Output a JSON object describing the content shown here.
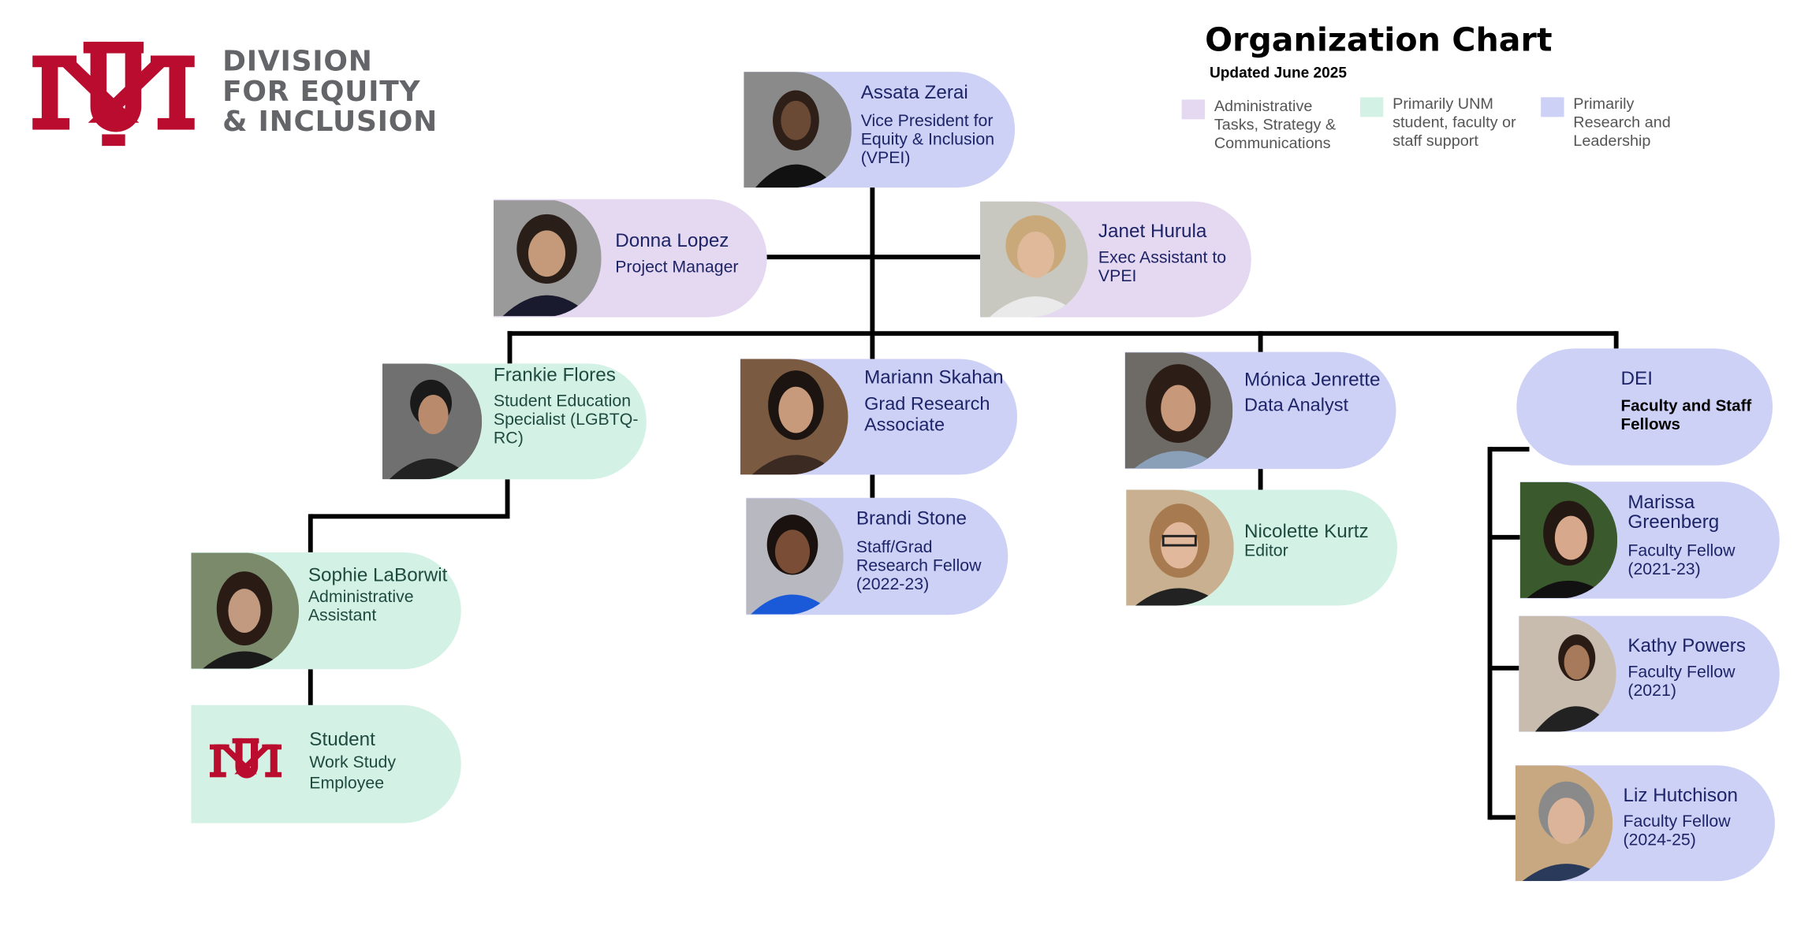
{
  "header": {
    "logo_text_lines": [
      "DIVISION",
      "FOR EQUITY",
      "& INCLUSION"
    ],
    "title": "Organization Chart",
    "subtitle": "Updated June 2025"
  },
  "legend": [
    {
      "label": "Administrative Tasks, Strategy & Communications",
      "color": "#e5d8f1"
    },
    {
      "label": "Primarily UNM student, faculty or staff support",
      "color": "#d3f2e5"
    },
    {
      "label": "Primarily Research and Leadership",
      "color": "#cdd1f6"
    }
  ],
  "colors": {
    "purple": "#e5d8f1",
    "green": "#d3f2e5",
    "blue": "#cdd1f6",
    "line": "#000000",
    "brand_red": "#ba0c2f"
  },
  "nodes": {
    "zerai": {
      "name": "Assata Zerai",
      "role": "Vice President for Equity & Inclusion (VPEI)"
    },
    "lopez": {
      "name": "Donna Lopez",
      "role": "Project Manager"
    },
    "hurula": {
      "name": "Janet Hurula",
      "role": "Exec Assistant to VPEI"
    },
    "flores": {
      "name": "Frankie Flores",
      "role": "Student Education Specialist (LGBTQ-RC)"
    },
    "skahan": {
      "name": "Mariann Skahan",
      "role": "Grad Research Associate"
    },
    "jenrette": {
      "name": "Mónica Jenrette",
      "role": "Data Analyst"
    },
    "dei": {
      "name": "DEI",
      "role": "Faculty and Staff Fellows"
    },
    "laborwit": {
      "name": "Sophie LaBorwit",
      "role": "Administrative Assistant"
    },
    "student": {
      "name": "Student",
      "role": "Work Study Employee"
    },
    "stone": {
      "name": "Brandi Stone",
      "role": "Staff/Grad Research Fellow (2022-23)"
    },
    "kurtz": {
      "name": "Nicolette Kurtz",
      "role": "Editor"
    },
    "greenberg": {
      "name": "Marissa Greenberg",
      "role": "Faculty Fellow (2021-23)"
    },
    "powers": {
      "name": "Kathy Powers",
      "role": "Faculty Fellow (2021)"
    },
    "hutchison": {
      "name": "Liz Hutchison",
      "role": "Faculty Fellow (2024-25)"
    }
  }
}
